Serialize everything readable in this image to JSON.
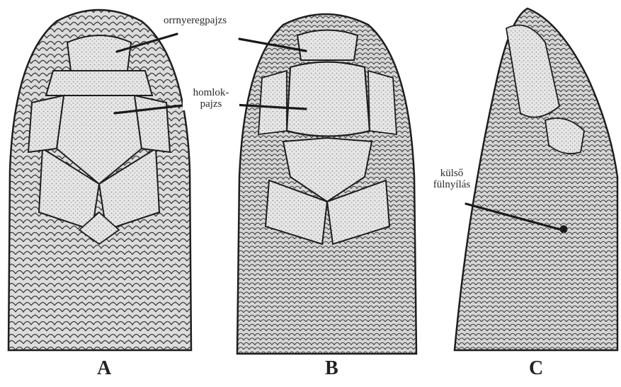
{
  "panels": [
    {
      "letter": "A"
    },
    {
      "letter": "B"
    },
    {
      "letter": "C"
    }
  ],
  "labels": {
    "orrnyereg": "orrnyeregpajzs",
    "homlok_line1": "homlok-",
    "homlok_line2": "pajzs",
    "fulnyilas_line1": "külső",
    "fulnyilas_line2": "fülnyílás"
  },
  "colors": {
    "ink": "#2a2a2a",
    "scale_fill": "#d8d8d8",
    "paper": "#ffffff"
  }
}
